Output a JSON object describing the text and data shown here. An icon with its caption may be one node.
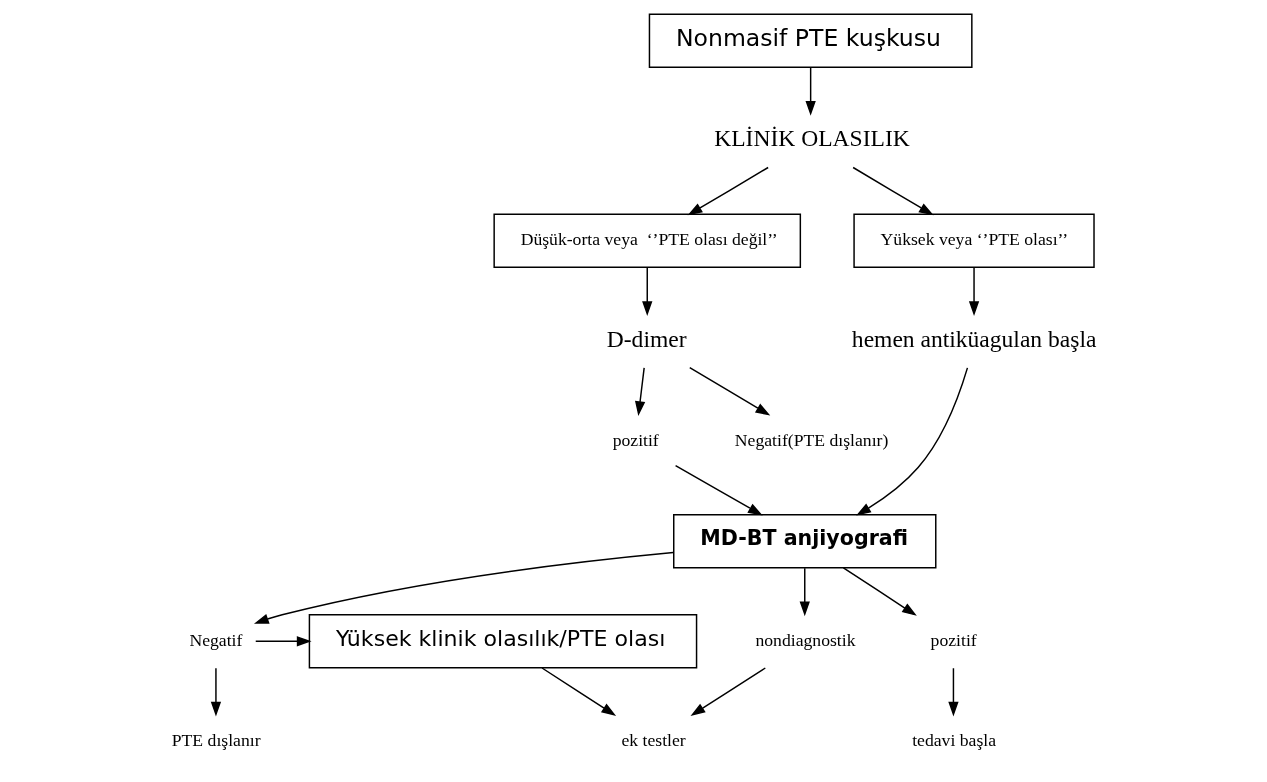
{
  "diagram": {
    "nodes": [
      {
        "text": [
          "Nonmasif PTE kuşkusu"
        ]
      },
      {
        "text": [
          "KLİNİK OLASILIK"
        ]
      },
      {
        "text": [
          "Düşük-orta veya  ‘’PTE olası değil’’"
        ]
      },
      {
        "text": [
          "Yüksek veya ‘’PTE olası’’"
        ]
      },
      {
        "text": [
          "D-dimer"
        ]
      },
      {
        "text": [
          "hemen antiküagulan başla"
        ]
      },
      {
        "text": [
          "Negatif(PTE dışlanır)"
        ]
      },
      {
        "text": [
          "pozitif"
        ]
      },
      {
        "text": [
          "MD-BT anjiyografi"
        ]
      },
      {
        "text": [
          "Negatif"
        ]
      },
      {
        "text": [
          "pozitif"
        ]
      },
      {
        "text": [
          "nondiagnostik"
        ]
      },
      {
        "text": [
          "Yüksek klinik olasılık/PTE olası"
        ]
      },
      {
        "text": [
          "PTE dışlanır"
        ]
      },
      {
        "text": [
          "tedavi başla"
        ]
      },
      {
        "text": [
          "ek testler"
        ]
      }
    ],
    "edges": [
      {
        "from": 0,
        "to": 1,
        "arrow": "to"
      },
      {
        "from": 1,
        "to": 2,
        "arrow": "to"
      },
      {
        "from": 1,
        "to": 3,
        "arrow": "to"
      },
      {
        "from": 2,
        "to": 4,
        "arrow": "to"
      },
      {
        "from": 3,
        "to": 5,
        "arrow": "to"
      },
      {
        "from": 4,
        "to": 6,
        "arrow": "to"
      },
      {
        "from": 4,
        "to": 7,
        "arrow": "to"
      },
      {
        "from": 5,
        "to": 8,
        "arrow": "to"
      },
      {
        "from": 7,
        "to": 8,
        "arrow": "to"
      },
      {
        "from": 8,
        "to": 9,
        "arrow": "to"
      },
      {
        "from": 8,
        "to": 10,
        "arrow": "to"
      },
      {
        "from": 8,
        "to": 11,
        "arrow": "to"
      },
      {
        "from": 9,
        "to": 12,
        "arrow": "to"
      },
      {
        "from": 9,
        "to": 13,
        "arrow": "to"
      },
      {
        "from": 10,
        "to": 14,
        "arrow": "to"
      },
      {
        "from": 11,
        "to": 15,
        "arrow": "to"
      },
      {
        "from": 12,
        "to": 15,
        "arrow": "to"
      }
    ]
  }
}
